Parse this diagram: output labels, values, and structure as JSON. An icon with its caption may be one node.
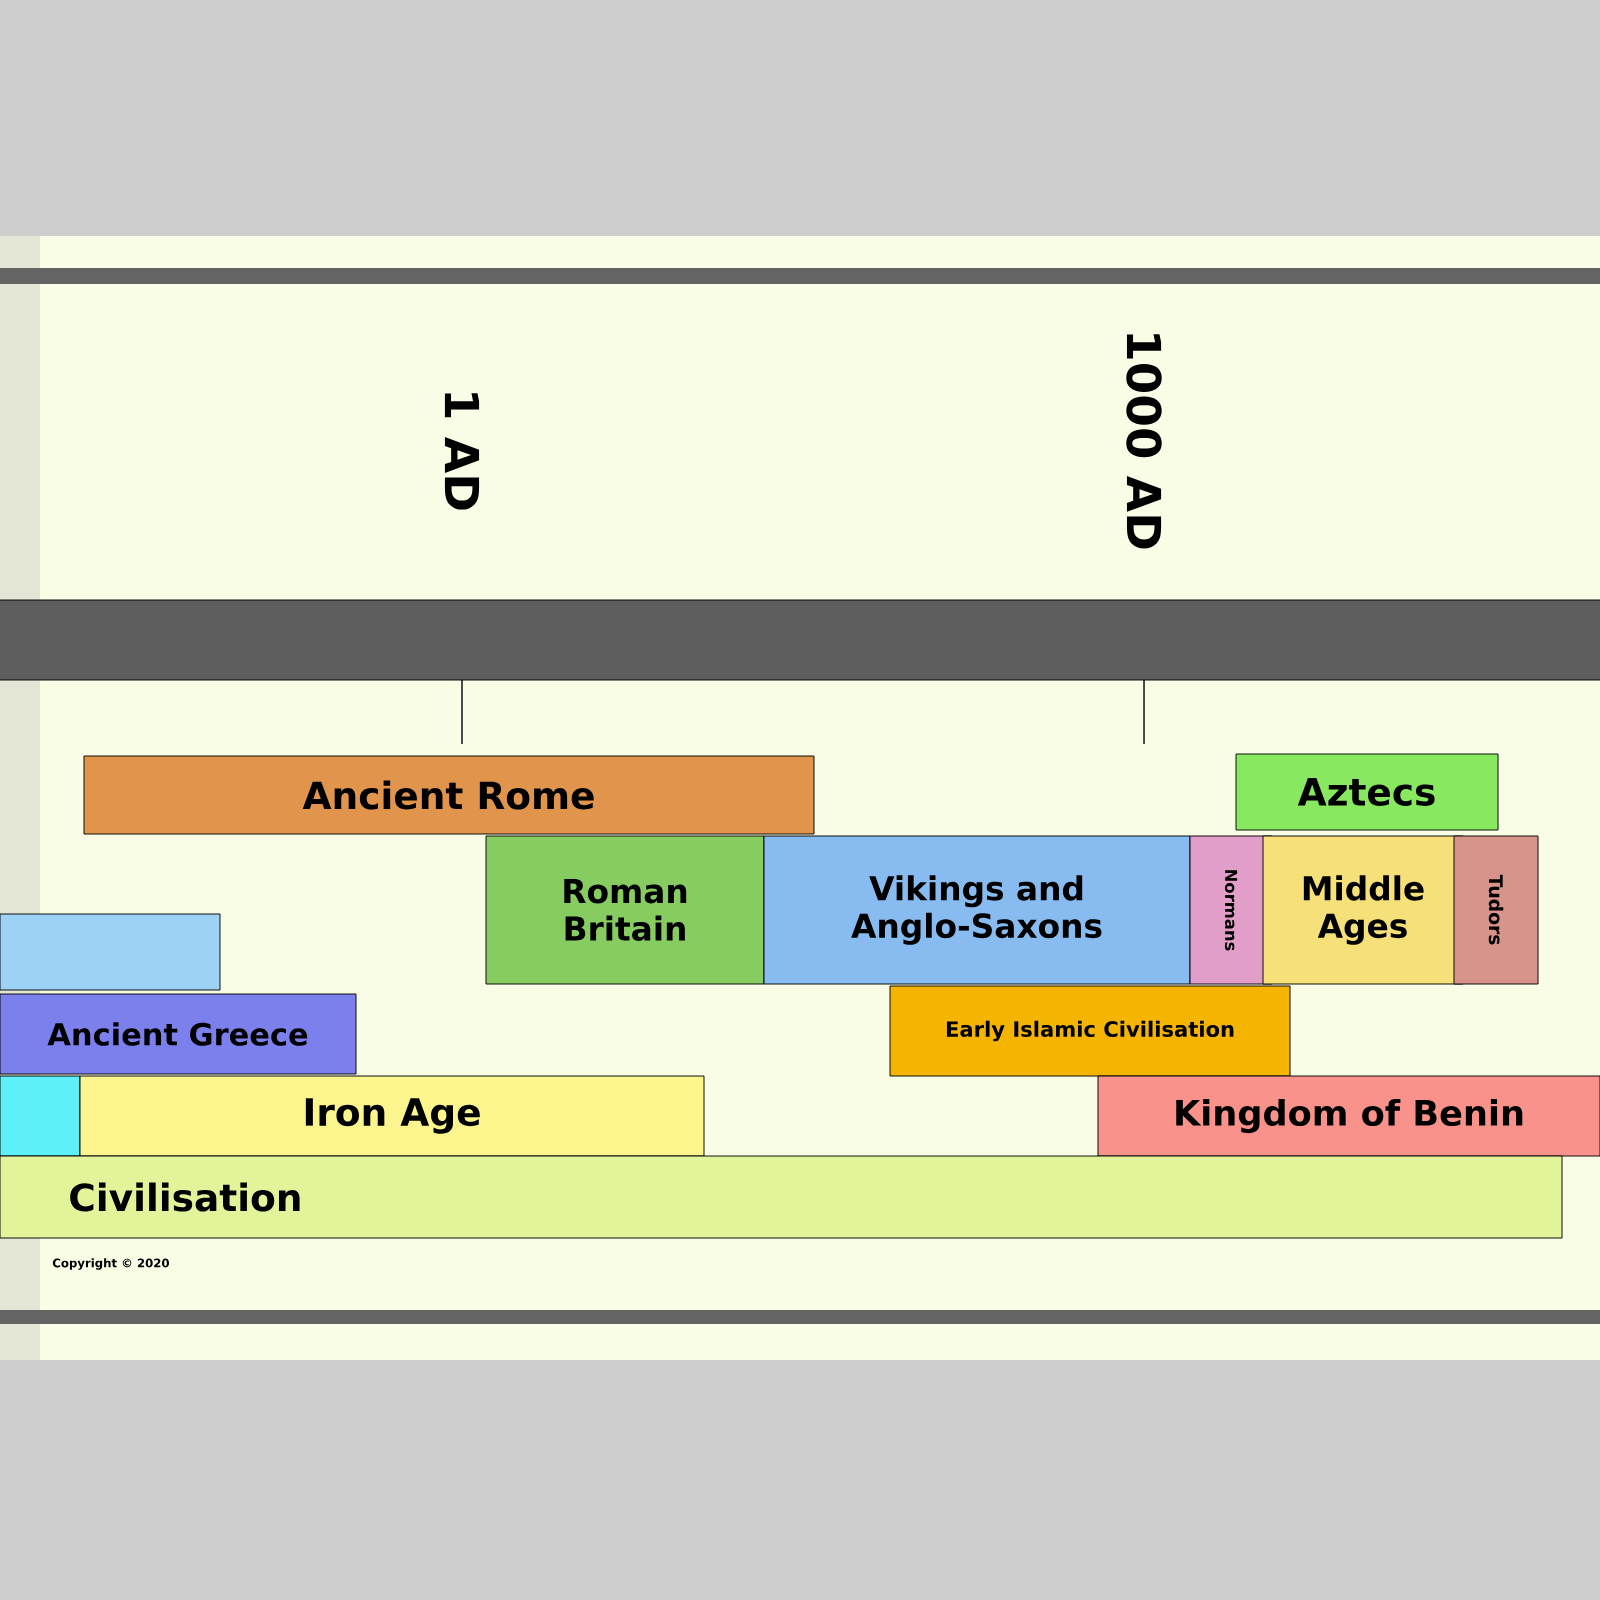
{
  "diagram": {
    "nodes": [
      {
        "text": [
          "Ancient Rome"
        ]
      },
      {
        "text": [
          "Aztecs"
        ]
      },
      {
        "text": [
          "Roman Britain"
        ]
      },
      {
        "text": [
          "Vikings and Anglo-Saxons"
        ]
      },
      {
        "text": [
          "Normans"
        ]
      },
      {
        "text": [
          "Middle Ages"
        ]
      },
      {
        "text": [
          "Tudors"
        ]
      },
      {
        "text": [],
        "shape": "bar"
      },
      {
        "text": [
          "Ancient Greece"
        ]
      },
      {
        "text": [
          "Early Islamic Civilisation"
        ]
      },
      {
        "text": [],
        "shape": "bar"
      },
      {
        "text": [
          "Iron Age"
        ]
      },
      {
        "text": [
          "Kingdom of Benin"
        ]
      },
      {
        "text": [
          "Civilisation"
        ]
      }
    ],
    "labels": [
      "1 AD",
      "1000 AD",
      "Copyright © 2020"
    ]
  }
}
